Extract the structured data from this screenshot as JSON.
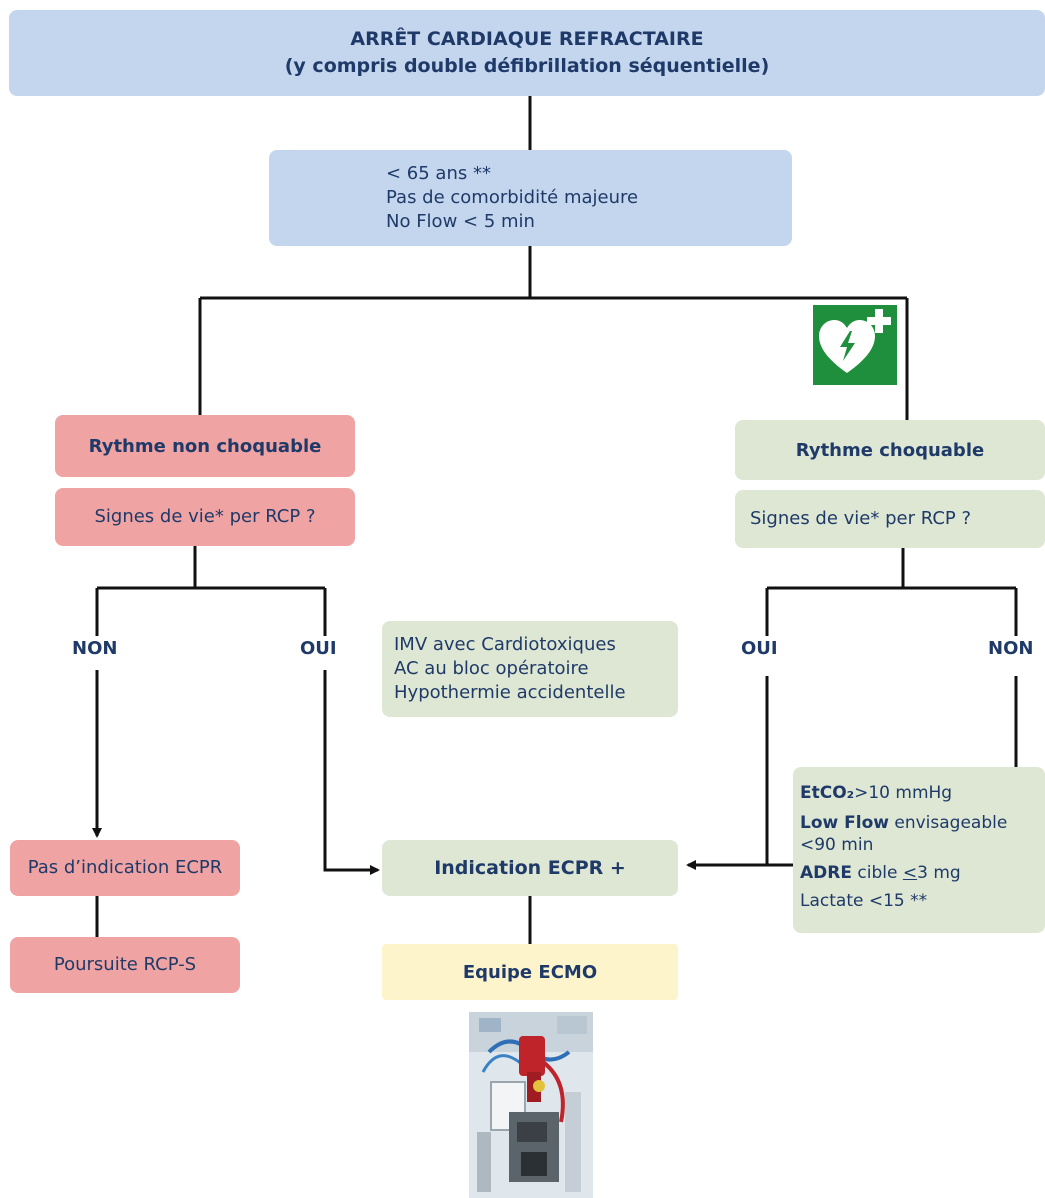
{
  "title": {
    "line1": "ARRÊT CARDIAQUE REFRACTAIRE",
    "line2": "(y compris double défibrillation séquentielle)"
  },
  "criteria": {
    "line1": "< 65 ans **",
    "line2": "Pas de comorbidité majeure",
    "line3": "No Flow < 5 min"
  },
  "left": {
    "rhythm": "Rythme non choquable",
    "question": "Signes de vie* per RCP ?",
    "non": "NON",
    "oui": "OUI",
    "no_indication": "Pas d’indication ECPR",
    "continue": "Poursuite RCP-S"
  },
  "right": {
    "rhythm": "Rythme choquable",
    "question": "Signes de vie* per RCP ?",
    "oui": "OUI",
    "non": "NON",
    "criteria": {
      "etco2_bold": "EtCO₂",
      "etco2_rest": ">10 mmHg",
      "lowflow_bold": "Low Flow",
      "lowflow_rest": " envisageable",
      "lowflow_line2": "<90 min",
      "adre_bold": "ADRE",
      "adre_rest_pre": " cible ",
      "adre_le": "<",
      "adre_rest_post": "3 mg",
      "lactate": "Lactate <15 **"
    }
  },
  "special": {
    "line1": "IMV avec Cardiotoxiques",
    "line2": "AC au bloc opératoire",
    "line3": "Hypothermie accidentelle"
  },
  "indication": "Indication ECPR +",
  "team": "Equipe ECMO",
  "icons": [
    "aed-heart-plus-icon",
    "ecmo-machine-photo"
  ],
  "colors": {
    "blue": "#c3d6ee",
    "red": "#f0a3a3",
    "green": "#dde7d3",
    "yellow": "#fdf4cc",
    "aed_green": "#1f8f3d",
    "text": "#1f3a68"
  }
}
